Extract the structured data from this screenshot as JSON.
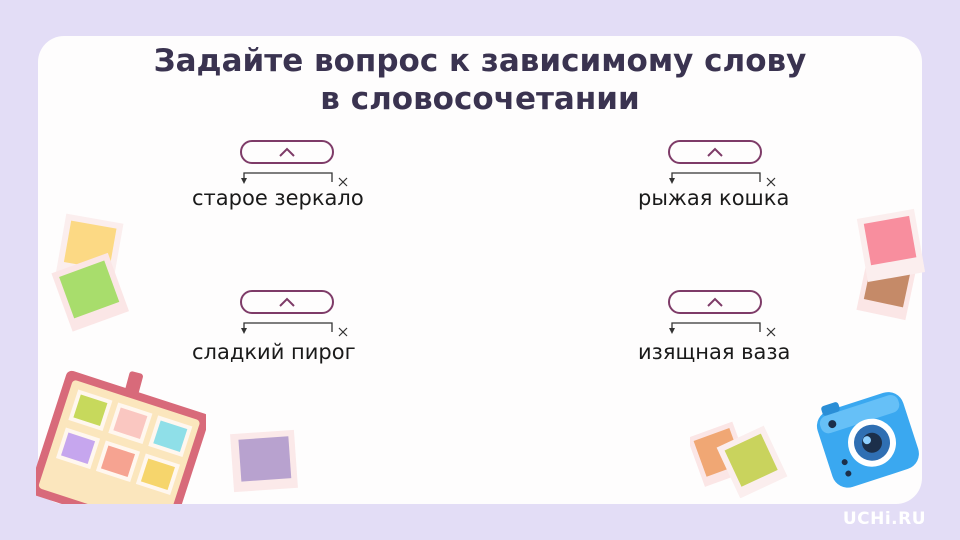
{
  "title": {
    "line1": "Задайте вопрос к зависимому слову",
    "line2": "в словосочетании"
  },
  "phrases": [
    {
      "text": "старое зеркало"
    },
    {
      "text": "рыжая кошка"
    },
    {
      "text": "сладкий пирог"
    },
    {
      "text": "изящная ваза"
    }
  ],
  "icons": {
    "pill_mark": "caret-up-icon",
    "main_word_mark": "cross-icon",
    "arrow": "arrow-down-icon"
  },
  "logo": "UCHi.RU",
  "colors": {
    "background": "#e3ddf6",
    "card": "#fefdfd",
    "title": "#3a3350",
    "pill_border": "#7e3b68",
    "text": "#1a1a1a"
  }
}
